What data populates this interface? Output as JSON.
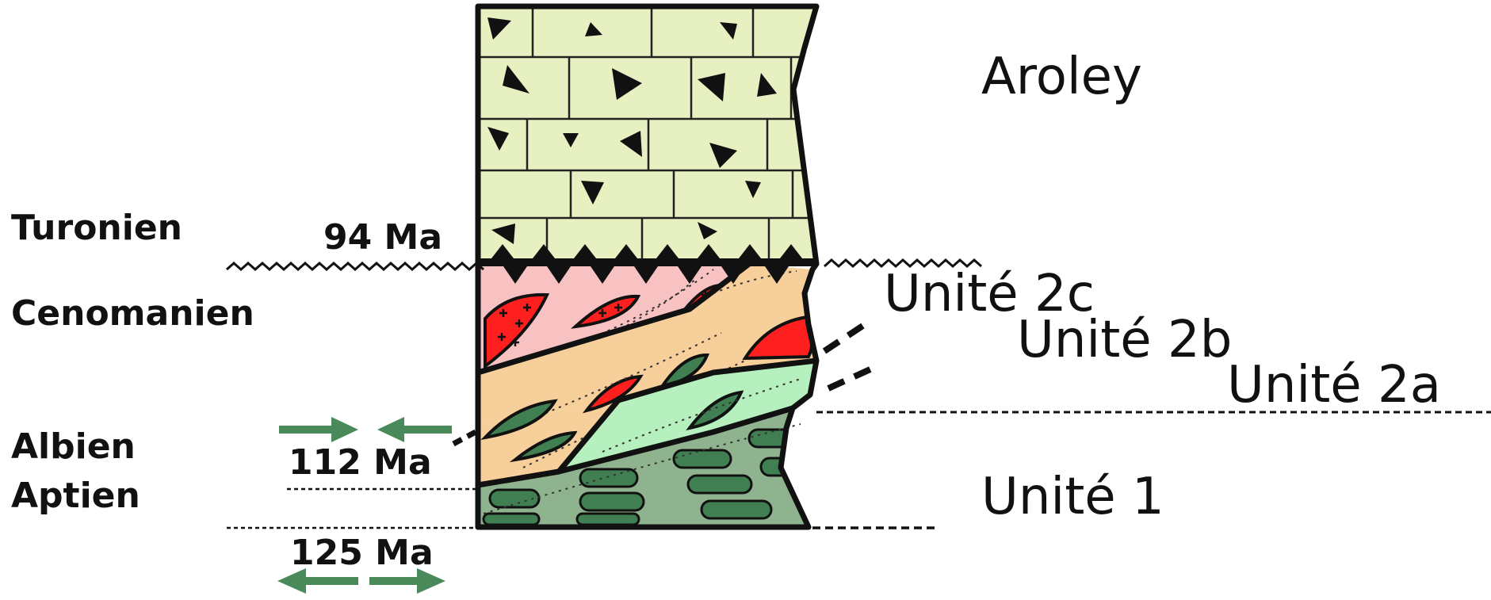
{
  "colors": {
    "aroley": "#e6f0c0",
    "unite_2c": "#f8c2c2",
    "unite_2b": "#f6cf9a",
    "unite_2a": "#b6f0bf",
    "unite_1": "#8fb38f",
    "granite": "#ff1f1f",
    "basalt_lens": "#3f7f52",
    "arrow": "#4a8a5a"
  },
  "stages": {
    "turonien": "Turonien",
    "cenomanien": "Cenomanien",
    "albien": "Albien",
    "aptien": "Aptien"
  },
  "ages": {
    "ma_94": "94 Ma",
    "ma_112": "112 Ma",
    "ma_125": "125 Ma"
  },
  "units": {
    "aroley": "Aroley",
    "unite_2c": "Unité 2c",
    "unite_2b": "Unité 2b",
    "unite_2a": "Unité 2a",
    "unite_1": "Unité 1"
  }
}
